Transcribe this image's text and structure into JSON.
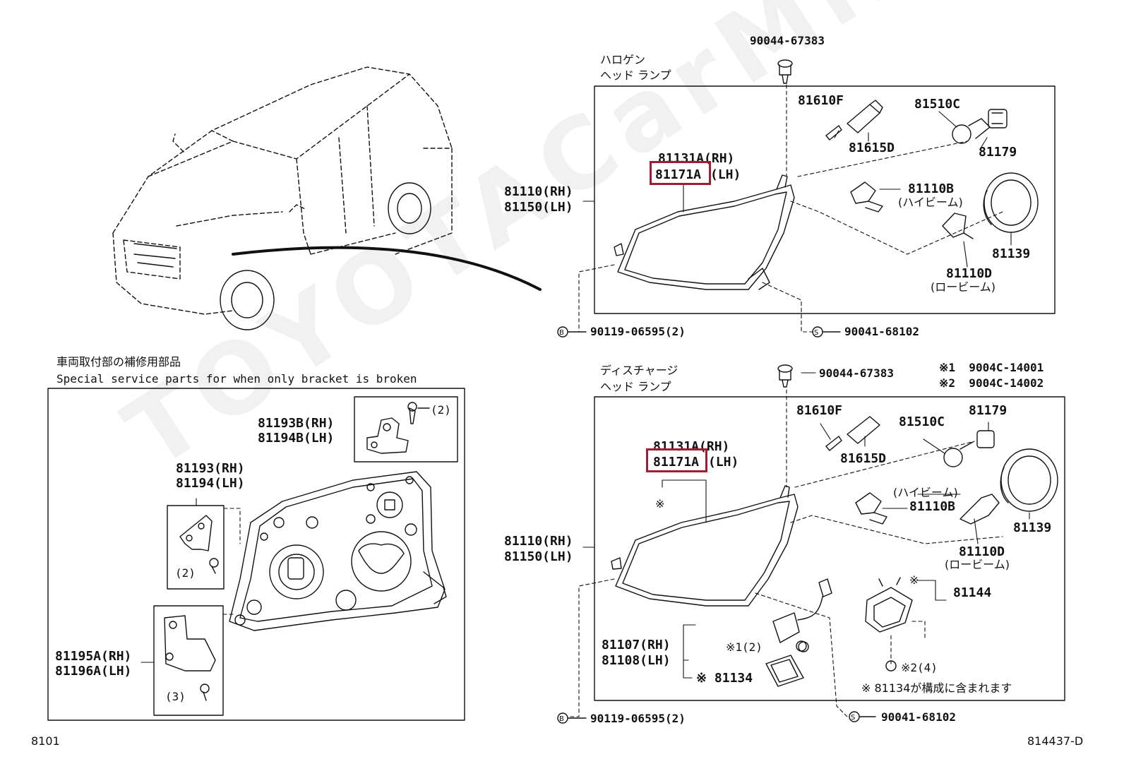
{
  "watermark": "TOYOTACarMine.ru",
  "footer": {
    "left": "8101",
    "right": "814437-D"
  },
  "top": {
    "group_title_1": "ハロゲン",
    "group_title_2": "ヘッド ランプ",
    "p_90044": "90044-67383",
    "p_81610F": "81610F",
    "p_81615D": "81615D",
    "p_81510C": "81510C",
    "p_81179": "81179",
    "p_81131A": "81131A(RH)",
    "p_81171A_code": "81171A",
    "p_81171A_side": "(LH)",
    "p_81110_rh": "81110(RH)",
    "p_81150_lh": "81150(LH)",
    "p_81110B": "81110B",
    "high_beam": "(ハイビーム)",
    "p_81139": "81139",
    "p_81110D": "81110D",
    "low_beam": "(ロービーム)",
    "screw_b_mark": "B",
    "screw_b": "90119-06595(2)",
    "screw_s_mark": "S",
    "screw_s": "90041-68102"
  },
  "bracket": {
    "title_jp": "車両取付部の補修用部品",
    "title_en": "Special service parts for when only bracket is broken",
    "p_81193B": "81193B(RH)",
    "p_81194B": "81194B(LH)",
    "qty_2a": "(2)",
    "p_81193": "81193(RH)",
    "p_81194": "81194(LH)",
    "qty_2b": "(2)",
    "p_81195A": "81195A(RH)",
    "p_81196A": "81196A(LH)",
    "qty_3": "(3)"
  },
  "bottom": {
    "group_title_1": "ディスチャージ",
    "group_title_2": "ヘッド ランプ",
    "p_90044": "90044-67383",
    "note1": "※1  9004C-14001",
    "note2": "※2  9004C-14002",
    "p_81610F": "81610F",
    "p_81615D": "81615D",
    "p_81510C": "81510C",
    "p_81179": "81179",
    "p_81131A": "81131A(RH)",
    "p_81171A_code": "81171A",
    "p_81171A_side": "(LH)",
    "kome": "※",
    "p_81110_rh": "81110(RH)",
    "p_81150_lh": "81150(LH)",
    "high_beam": "(ハイビーム)",
    "p_81110B": "81110B",
    "p_81139": "81139",
    "p_81110D": "81110D",
    "low_beam": "(ロービーム)",
    "kome_81144": "※",
    "p_81144": "81144",
    "p_81107": "81107(RH)",
    "p_81108": "81108(LH)",
    "note_k1": "※1(2)",
    "p_81134": "※ 81134",
    "note_k2": "※2(4)",
    "note_81134": "※ 81134が構成に含まれます",
    "screw_b_mark": "B",
    "screw_b": "90119-06595(2)",
    "screw_s_mark": "S",
    "screw_s": "90041-68102"
  },
  "colors": {
    "line": "#111111",
    "highlight": "#a11d34",
    "watermark": "#000000"
  }
}
